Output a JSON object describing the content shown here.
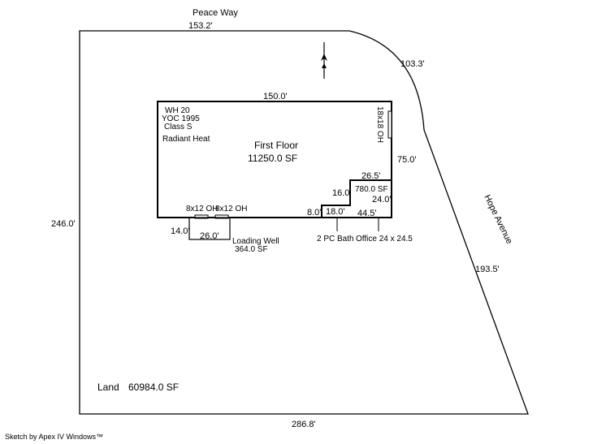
{
  "streets": {
    "north": "Peace Way",
    "east": "Hope Avenue"
  },
  "lot": {
    "top": "153.2'",
    "curve": "103.3'",
    "left": "246.0'",
    "diagonal": "193.5'",
    "bottom": "286.8'",
    "land_label": "Land",
    "land_area": "60984.0 SF"
  },
  "building": {
    "top": "150.0'",
    "right": "75.0'",
    "info": [
      "WH 20",
      "YOC 1995",
      "Class S"
    ],
    "heat": "Radiant Heat",
    "floor_label": "First Floor",
    "floor_area": "11250.0 SF",
    "door_right": "18x18 OH",
    "door_left_1": "8x12 OH",
    "door_left_2": "8x12 OH"
  },
  "office": {
    "top": "26.5'",
    "area": "780.0 SF",
    "left": "16.0'",
    "right": "24.0'",
    "step_bottom": "18.0'",
    "step_left": "8.0'",
    "bottom": "44.5'"
  },
  "loading_well": {
    "left": "14.0'",
    "bottom": "26.0'",
    "label": "Loading Well",
    "area": "364.0 SF"
  },
  "callouts": {
    "bath": "2 PC Bath",
    "office": "Office 24 x 24.5"
  },
  "footer": "Sketch by Apex IV Windows™"
}
